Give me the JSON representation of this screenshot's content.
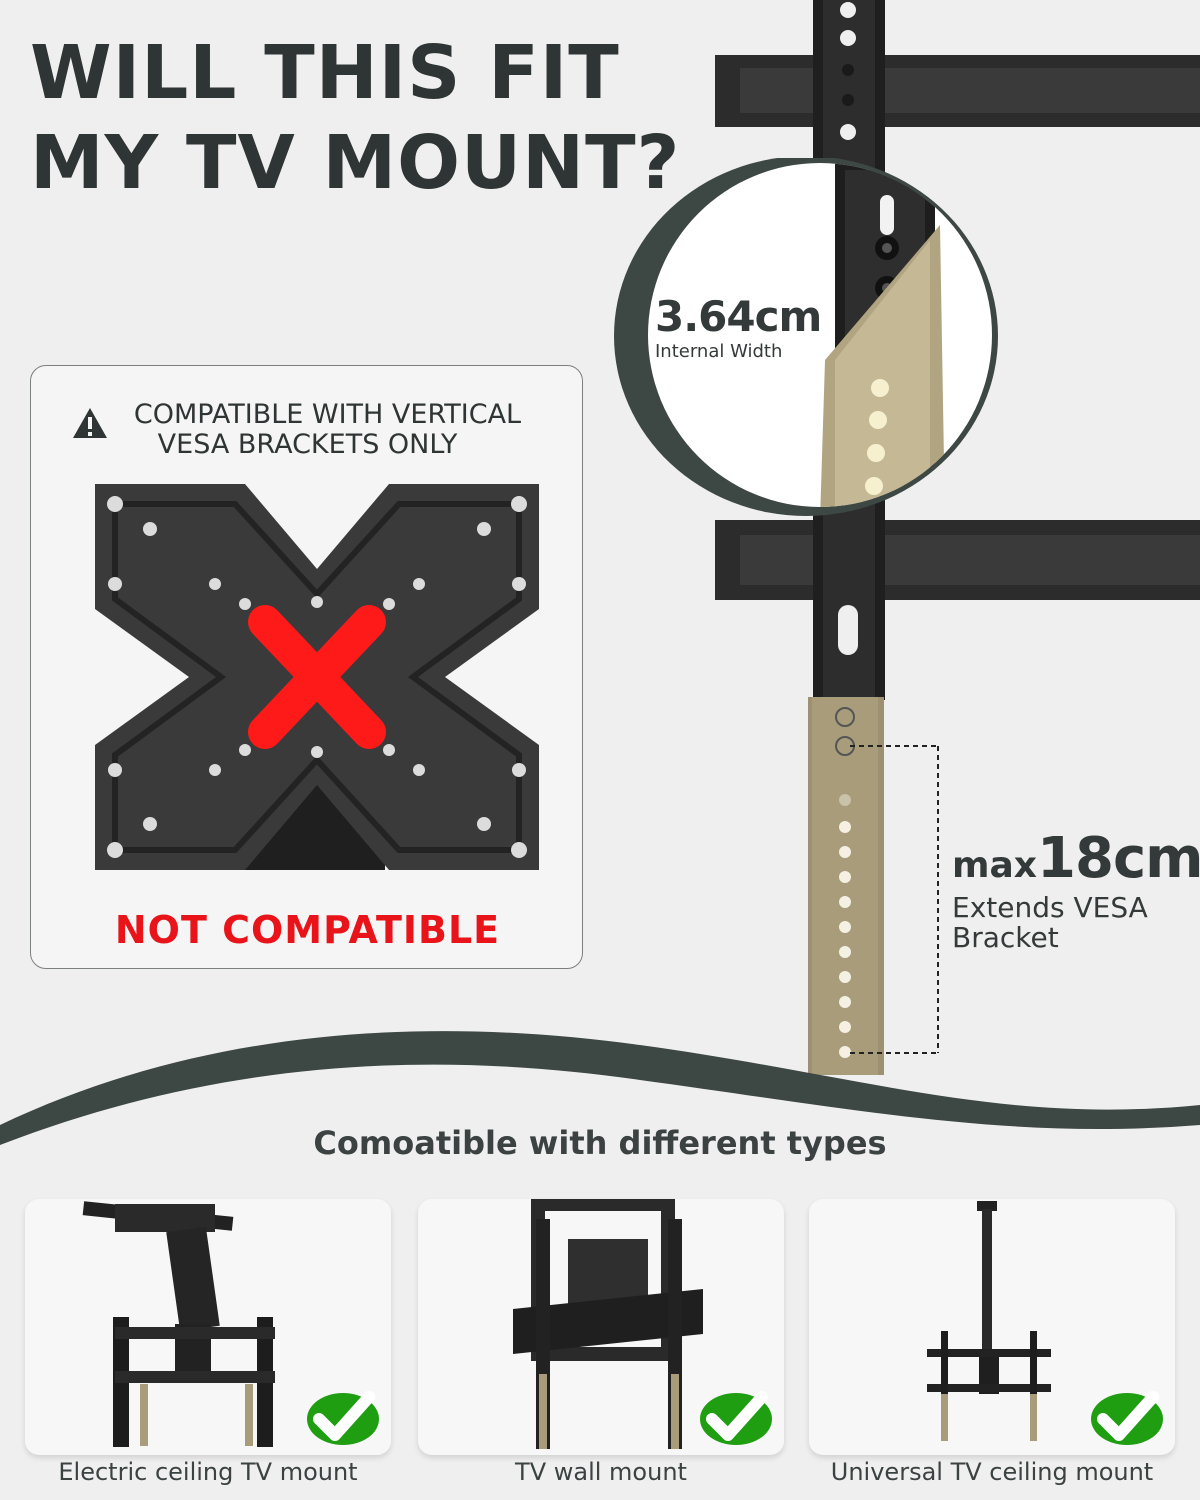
{
  "header": {
    "title_line1": "WILL THIS FIT",
    "title_line2": "MY TV MOUNT?"
  },
  "dimensions": {
    "internal_width_value": "3.64cm",
    "internal_width_label": "Internal Width",
    "extension_prefix": "max",
    "extension_value": "18cm",
    "extension_label": "Extends VESA Bracket"
  },
  "notice": {
    "icon": "warning-triangle-icon",
    "line1": "COMPATIBLE WITH VERTICAL",
    "line2": "VESA BRACKETS ONLY",
    "verdict": "NOT COMPATIBLE"
  },
  "compatible_section": {
    "heading": "Comoatible with different types",
    "types": [
      {
        "label": "Electric ceiling TV mount",
        "icon": "check-icon"
      },
      {
        "label": "TV wall mount",
        "icon": "check-icon"
      },
      {
        "label": "Universal TV ceiling mount",
        "icon": "check-icon"
      }
    ]
  },
  "colors": {
    "dark_teal": "#3d4744",
    "accent_red": "#e8141a",
    "check_green": "#22b814",
    "bracket_tan": "#a89c7a"
  }
}
